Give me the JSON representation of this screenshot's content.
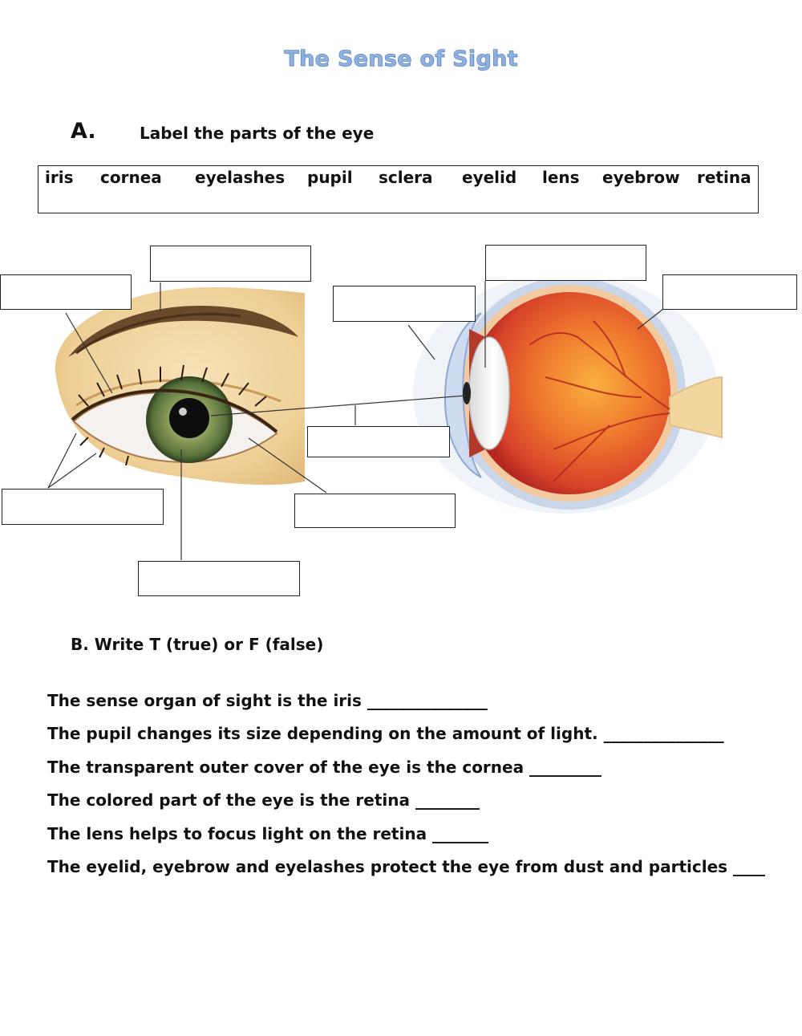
{
  "title": "The Sense of Sight",
  "section_a": {
    "letter": "A.",
    "instruction": "Label the parts of the eye",
    "word_bank": [
      "iris",
      "cornea",
      "eyelashes",
      "pupil",
      "sclera",
      "eyelid",
      "lens",
      "eyebrow",
      "retina"
    ]
  },
  "section_b": {
    "heading": "B.  Write  T (true) or F (false)",
    "statements": [
      "The sense organ of sight is the iris _______________",
      "The pupil changes its size depending on the amount of light.  _______________",
      "The transparent outer cover of the eye is the cornea _________",
      "The colored part of the eye is the retina ________",
      "The lens helps to focus light on the retina _______",
      "The eyelid, eyebrow and eyelashes protect the eye from dust and particles ____"
    ]
  },
  "colors": {
    "title_fill": "#8fb1df",
    "title_outline": "#4f79b8",
    "skin": "#f2d9a8",
    "iris": "#6f8a4a",
    "eyeball": "#e8582a"
  }
}
